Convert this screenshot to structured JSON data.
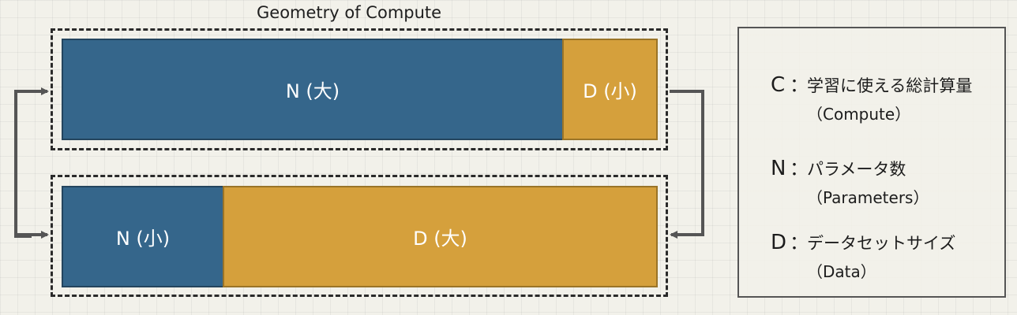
{
  "diagram": {
    "title": "Geometry of Compute",
    "top_bar": {
      "n_label": "N (大)",
      "d_label": "D (小)"
    },
    "bottom_bar": {
      "n_label": "N (小)",
      "d_label": "D (大)"
    },
    "colors": {
      "parameters": "#35668b",
      "data": "#d5a03c",
      "border": "#2a2a2a",
      "arrow": "#555555"
    }
  },
  "legend": {
    "items": [
      {
        "key": "C",
        "colon": "：",
        "desc": "学習に使える総計算量",
        "sub": "（Compute）"
      },
      {
        "key": "N",
        "colon": "：",
        "desc": "パラメータ数",
        "sub": "（Parameters）"
      },
      {
        "key": "D",
        "colon": "：",
        "desc": "データセットサイズ",
        "sub": "（Data）"
      }
    ]
  }
}
